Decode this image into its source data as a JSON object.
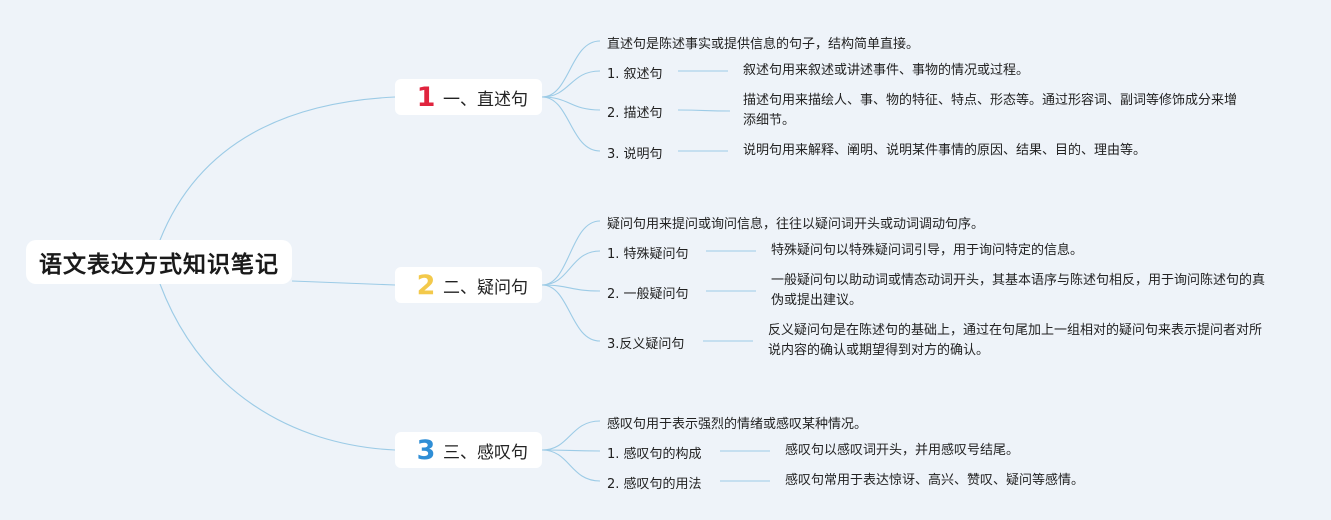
{
  "root": {
    "title": "语文表达方式知识笔记"
  },
  "colors": {
    "background": "#eef3f9",
    "connector": "#9ccbe6",
    "num1": "#e0243e",
    "num2": "#f3c94b",
    "num3": "#2f8ed6"
  },
  "branches": [
    {
      "num": "1",
      "title": "一、直述句",
      "intro": "直述句是陈述事实或提供信息的句子，结构简单直接。",
      "items": [
        {
          "label": "1. 叙述句",
          "desc": "叙述句用来叙述或讲述事件、事物的情况或过程。"
        },
        {
          "label": "2. 描述句",
          "desc": "描述句用来描绘人、事、物的特征、特点、形态等。通过形容词、副词等修饰成分来增添细节。"
        },
        {
          "label": "3. 说明句",
          "desc": "说明句用来解释、阐明、说明某件事情的原因、结果、目的、理由等。"
        }
      ]
    },
    {
      "num": "2",
      "title": "二、疑问句",
      "intro": "疑问句用来提问或询问信息，往往以疑问词开头或动词调动句序。",
      "items": [
        {
          "label": "1. 特殊疑问句",
          "desc": "特殊疑问句以特殊疑问词引导，用于询问特定的信息。"
        },
        {
          "label": "2. 一般疑问句",
          "desc": "一般疑问句以助动词或情态动词开头，其基本语序与陈述句相反，用于询问陈述句的真伪或提出建议。"
        },
        {
          "label": "3.反义疑问句",
          "desc": "反义疑问句是在陈述句的基础上，通过在句尾加上一组相对的疑问句来表示提问者对所说内容的确认或期望得到对方的确认。"
        }
      ]
    },
    {
      "num": "3",
      "title": "三、感叹句",
      "intro": "感叹句用于表示强烈的情绪或感叹某种情况。",
      "items": [
        {
          "label": "1. 感叹句的构成",
          "desc": "感叹句以感叹词开头，并用感叹号结尾。"
        },
        {
          "label": "2. 感叹句的用法",
          "desc": "感叹句常用于表达惊讶、高兴、赞叹、疑问等感情。"
        }
      ]
    }
  ]
}
